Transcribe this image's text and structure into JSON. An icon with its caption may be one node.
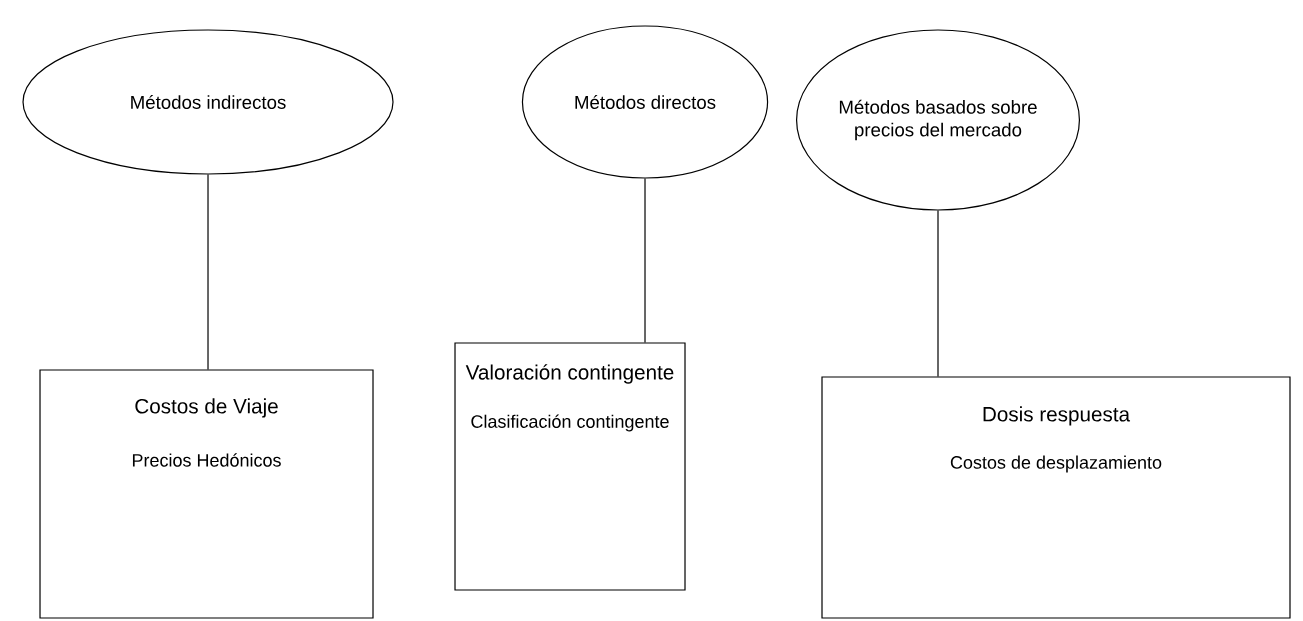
{
  "diagram": {
    "nodes": [
      {
        "text": [
          "Métodos indirectos"
        ]
      },
      {
        "text": [
          "Métodos directos"
        ]
      },
      {
        "text": [
          "Métodos basados sobre precios del mercado"
        ]
      },
      {
        "text": [
          "Costos de Viaje",
          "Precios Hedónicos"
        ]
      },
      {
        "text": [
          "Valoración contingente",
          "Clasificación contingente"
        ]
      },
      {
        "text": [
          "Dosis respuesta",
          "Costos de desplazamiento"
        ]
      }
    ],
    "edges": [
      {
        "from": 0,
        "to": 3,
        "arrow": "none"
      },
      {
        "from": 1,
        "to": 4,
        "arrow": "none"
      },
      {
        "from": 2,
        "to": 5,
        "arrow": "none"
      }
    ]
  }
}
